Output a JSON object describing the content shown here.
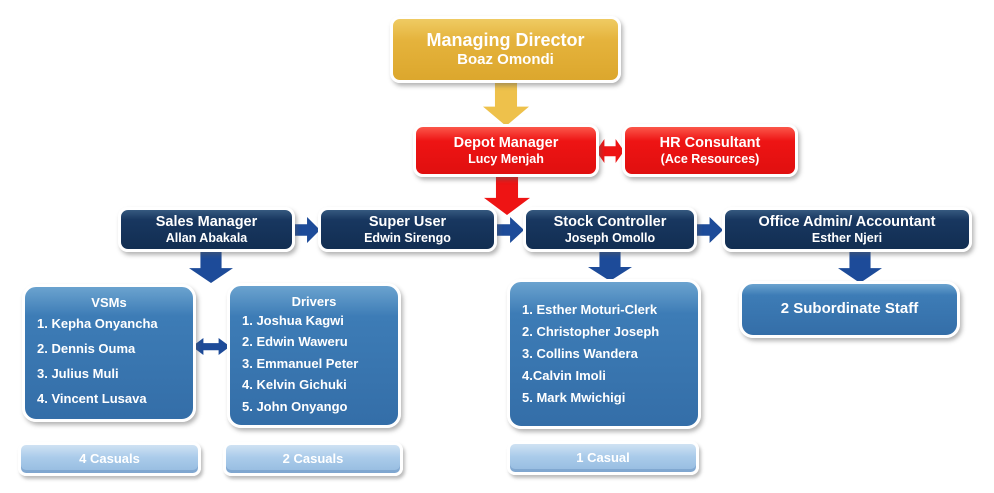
{
  "org": {
    "managing_director": {
      "title": "Managing Director",
      "name": "Boaz Omondi"
    },
    "depot_manager": {
      "title": "Depot Manager",
      "name": "Lucy Menjah"
    },
    "hr_consultant": {
      "title": "HR Consultant",
      "name": "(Ace Resources)"
    },
    "sales_manager": {
      "title": "Sales Manager",
      "name": "Allan Abakala"
    },
    "super_user": {
      "title": "Super User",
      "name": "Edwin Sirengo"
    },
    "stock_controller": {
      "title": "Stock Controller",
      "name": "Joseph Omollo"
    },
    "office_admin": {
      "title": "Office Admin/ Accountant",
      "name": "Esther Njeri"
    },
    "vsms": {
      "title": "VSMs",
      "members": [
        "1. Kepha Onyancha",
        "2. Dennis Ouma",
        "3. Julius Muli",
        "4. Vincent Lusava"
      ]
    },
    "drivers": {
      "title": "Drivers",
      "members": [
        "1. Joshua Kagwi",
        "2. Edwin Waweru",
        "3. Emmanuel Peter",
        "4. Kelvin Gichuki",
        "5. John Onyango"
      ]
    },
    "stock_team": {
      "members": [
        "1. Esther Moturi-Clerk",
        "2. Christopher Joseph",
        "3. Collins Wandera",
        "4.Calvin Imoli",
        "5. Mark Mwichigi"
      ]
    },
    "subordinate_staff": {
      "label": "2 Subordinate Staff"
    },
    "casuals": {
      "sales": "4 Casuals",
      "drivers": "2 Casuals",
      "stock": "1 Casual"
    }
  },
  "colors": {
    "gold": "#e5b33c",
    "red": "#ee1414",
    "navy": "#183760",
    "medium_blue": "#3d7cb6",
    "light_blue": "#aacbea",
    "arrow_royal_blue": "#1d4b99",
    "text": "#ffffff"
  }
}
